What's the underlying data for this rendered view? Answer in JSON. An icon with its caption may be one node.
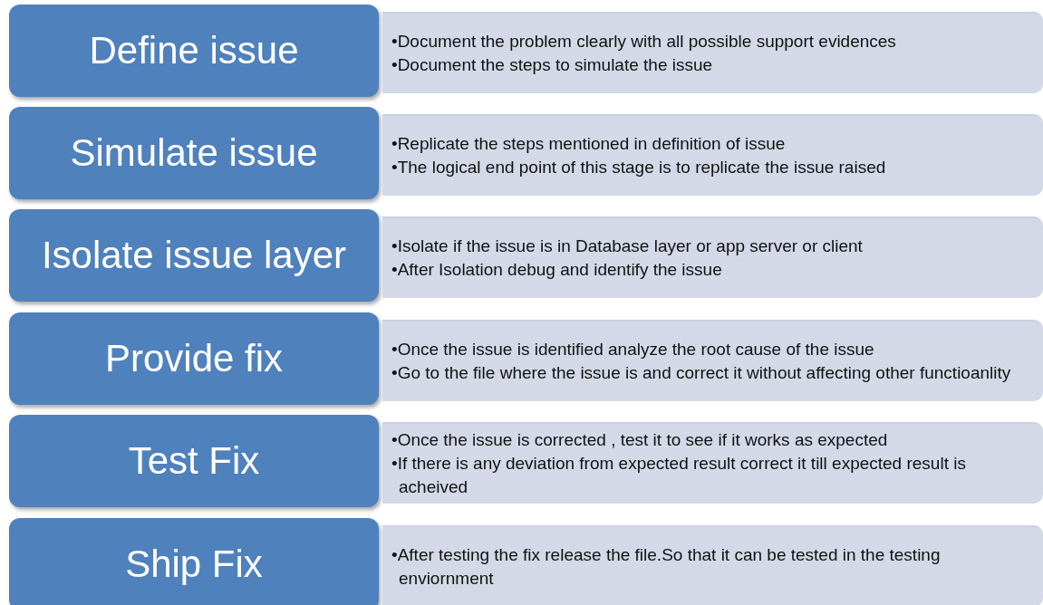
{
  "diagram": {
    "nodes": [
      {
        "text": [
          "Define issue"
        ]
      },
      {
        "text": [
          "•Document the problem clearly with all possible support evidences",
          "•Document the steps to simulate the issue"
        ]
      },
      {
        "text": [
          "Simulate issue"
        ]
      },
      {
        "text": [
          "•Replicate the steps mentioned in definition of issue",
          "•The logical end point of this stage is to replicate the issue raised"
        ]
      },
      {
        "text": [
          "Isolate issue layer"
        ]
      },
      {
        "text": [
          "•Isolate if the issue is in Database layer or app server or client",
          "•After Isolation debug and identify the issue"
        ]
      },
      {
        "text": [
          "Provide fix"
        ]
      },
      {
        "text": [
          "•Once the issue is identified analyze the root cause of the issue",
          "•Go to the file where the issue is and correct it without affecting other functioanlity"
        ]
      },
      {
        "text": [
          "Test Fix"
        ]
      },
      {
        "text": [
          "•Once the issue is corrected , test it to see if it works as expected",
          "•If there is any deviation from expected result correct it till expected result is acheived"
        ]
      },
      {
        "text": [
          "Ship Fix"
        ]
      },
      {
        "text": [
          "•After testing the fix release the file.So that it can be tested in the testing enviornment"
        ]
      }
    ]
  }
}
